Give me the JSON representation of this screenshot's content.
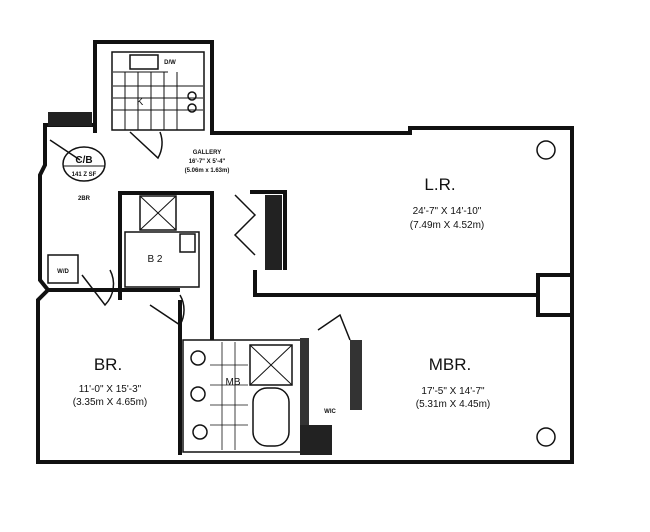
{
  "rooms": {
    "living": {
      "name": "L.R.",
      "dim_imperial": "24'-7\" X 14'-10\"",
      "dim_metric": "(7.49m X 4.52m)"
    },
    "master_bedroom": {
      "name": "MBR.",
      "dim_imperial": "17'-5\" X 14'-7\"",
      "dim_metric": "(5.31m X 4.45m)"
    },
    "bedroom": {
      "name": "BR.",
      "dim_imperial": "11'-0\" X 15'-3\"",
      "dim_metric": "(3.35m X 4.65m)"
    },
    "gallery": {
      "name": "GALLERY",
      "dim_imperial": "16'-7\" X 5'-4\"",
      "dim_metric": "(5.06m x 1.63m)"
    },
    "kitchen": {
      "name": "K"
    },
    "master_bath": {
      "name": "MB"
    },
    "bath2": {
      "name": "B 2"
    }
  },
  "fixtures": {
    "dishwasher": "D/W",
    "washer_dryer": "W/D",
    "walk_in_closet": "WIC",
    "closet_badge": "C/B",
    "closet_area": "141 Z SF",
    "closet_note": "2BR"
  }
}
